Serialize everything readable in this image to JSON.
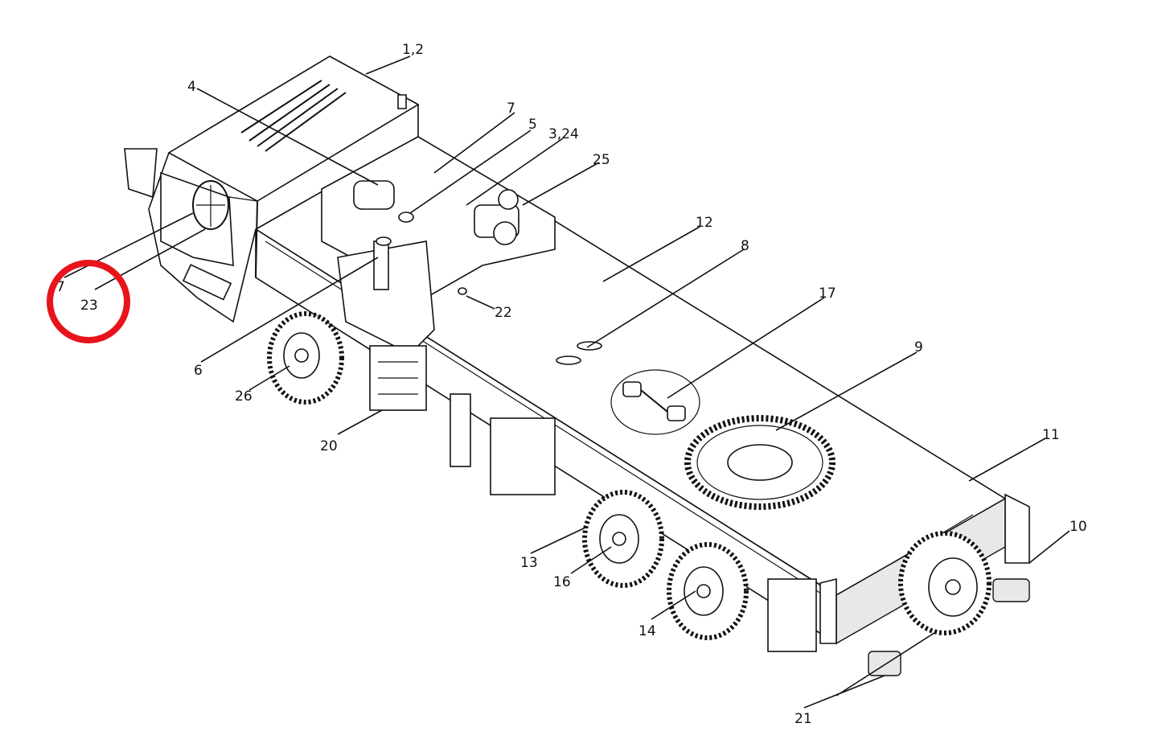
{
  "callouts": [
    {
      "id": "c12",
      "text": "1,2"
    },
    {
      "id": "c4",
      "text": "4"
    },
    {
      "id": "c7",
      "text": "7"
    },
    {
      "id": "c5",
      "text": "5"
    },
    {
      "id": "c324",
      "text": "3,24"
    },
    {
      "id": "c25",
      "text": "25"
    },
    {
      "id": "c12b",
      "text": "12"
    },
    {
      "id": "c8",
      "text": "8"
    },
    {
      "id": "c17",
      "text": "17"
    },
    {
      "id": "c9",
      "text": "9"
    },
    {
      "id": "c11",
      "text": "11"
    },
    {
      "id": "c10",
      "text": "10"
    },
    {
      "id": "c22",
      "text": "22"
    },
    {
      "id": "c6",
      "text": "6"
    },
    {
      "id": "c26",
      "text": "26"
    },
    {
      "id": "c20",
      "text": "20"
    },
    {
      "id": "c13",
      "text": "13"
    },
    {
      "id": "c16",
      "text": "16"
    },
    {
      "id": "c14",
      "text": "14"
    },
    {
      "id": "c21",
      "text": "21"
    },
    {
      "id": "c23",
      "text": "23"
    },
    {
      "id": "c7cut",
      "text": "7"
    }
  ],
  "highlight": {
    "target": "23",
    "color": "#e8141b"
  },
  "colors": {
    "line": "#111111",
    "background": "#ffffff"
  }
}
